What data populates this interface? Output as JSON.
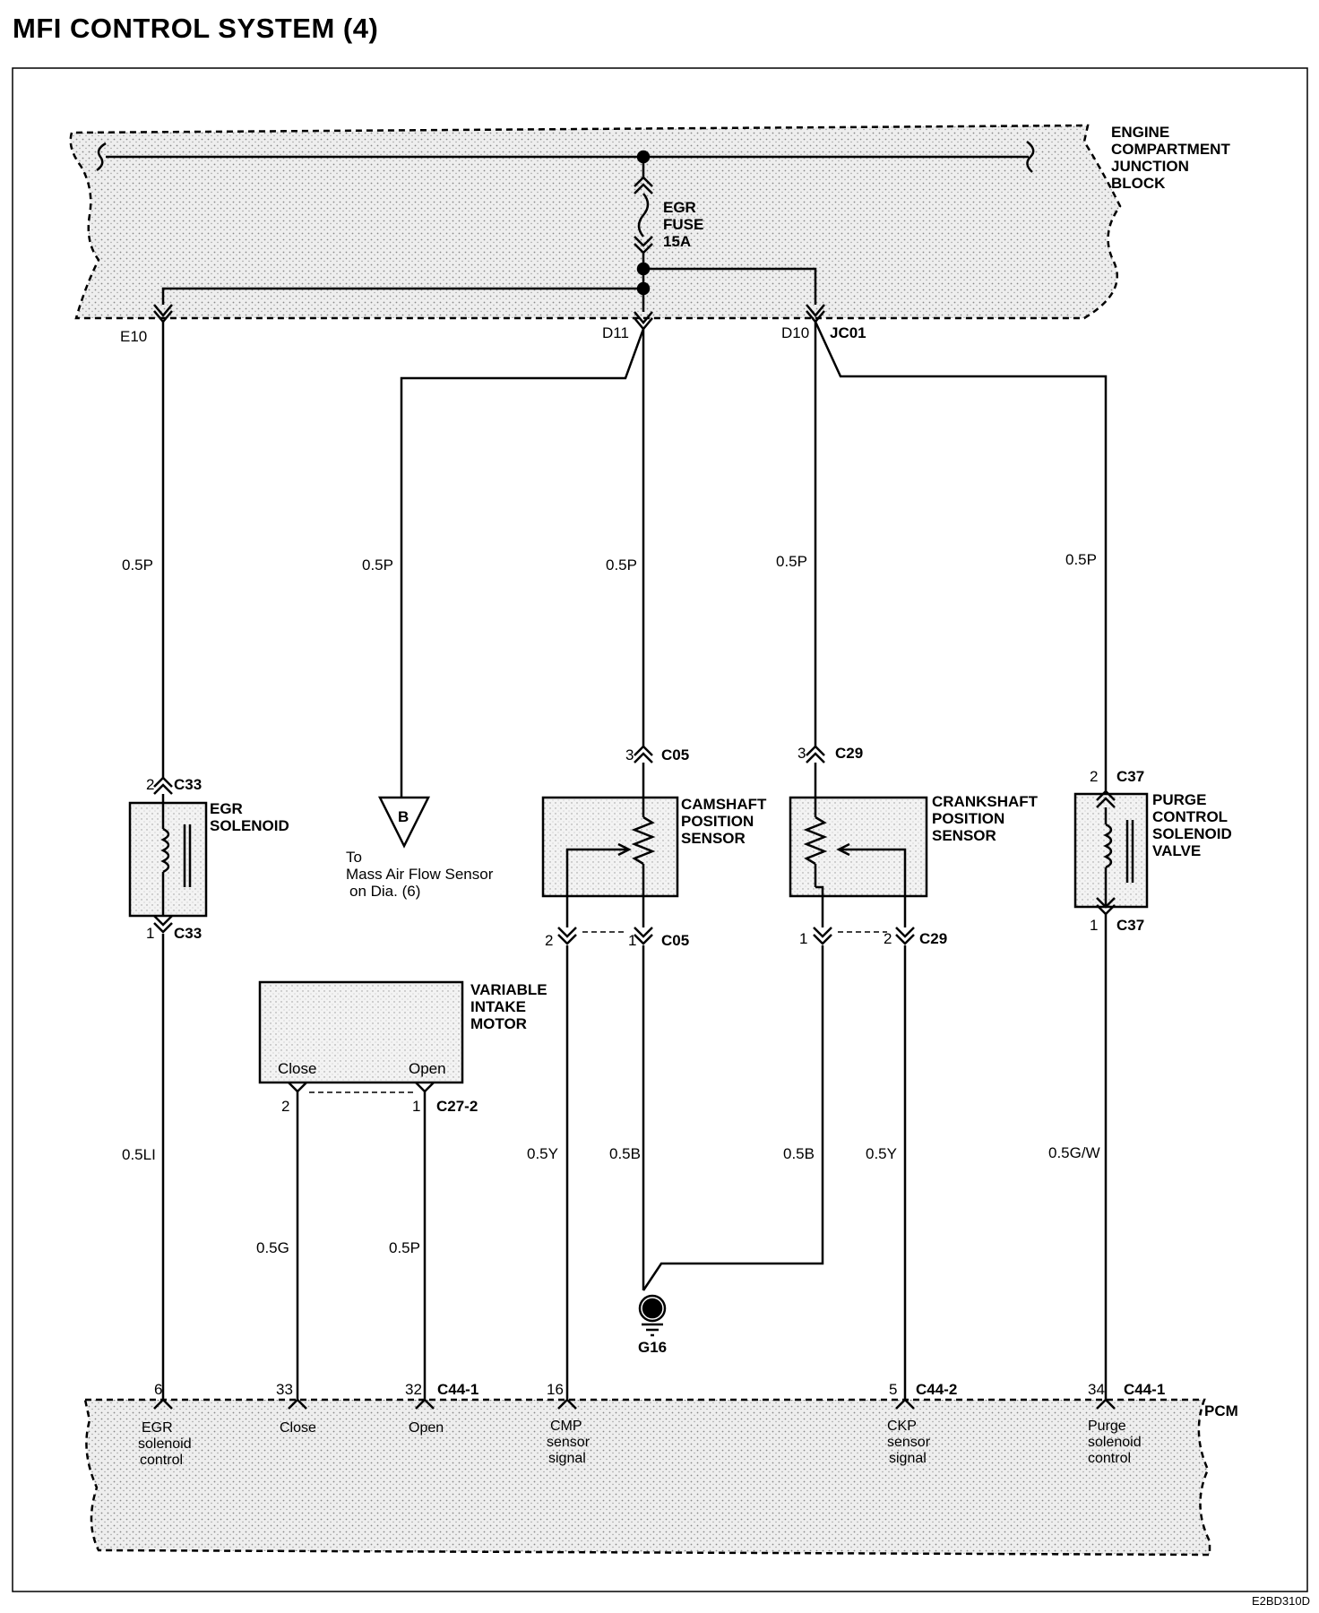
{
  "title": "MFI CONTROL SYSTEM (4)",
  "doc_code": "E2BD310D",
  "junction_block": {
    "name": [
      "ENGINE",
      "COMPARTMENT",
      "JUNCTION",
      "BLOCK"
    ],
    "fuse": [
      "EGR",
      "FUSE",
      "15A"
    ]
  },
  "connectors": {
    "e10": "E10",
    "d11": "D11",
    "d10": "D10",
    "jc01": "JC01"
  },
  "wires": {
    "p1": "0.5P",
    "p2": "0.5P",
    "p3": "0.5P",
    "p4": "0.5P",
    "p5": "0.5P",
    "li": "0.5LI",
    "g": "0.5G",
    "p6": "0.5P",
    "y1": "0.5Y",
    "b1": "0.5B",
    "b2": "0.5B",
    "y2": "0.5Y",
    "gw": "0.5G/W"
  },
  "egr_solenoid": {
    "name": [
      "EGR",
      "SOLENOID"
    ],
    "pin_top": "2",
    "pin_bottom": "1",
    "conn": "C33"
  },
  "offpage": {
    "letter": "B",
    "text": [
      "To",
      "Mass Air Flow Sensor",
      "on Dia. (6)"
    ]
  },
  "cmp_sensor": {
    "name": [
      "CAMSHAFT",
      "POSITION",
      "SENSOR"
    ],
    "pin_top": "3",
    "pin_bl": "2",
    "pin_br": "1",
    "conn": "C05"
  },
  "ckp_sensor": {
    "name": [
      "CRANKSHAFT",
      "POSITION",
      "SENSOR"
    ],
    "pin_top": "3",
    "pin_bl": "1",
    "pin_br": "2",
    "conn": "C29"
  },
  "purge_valve": {
    "name": [
      "PURGE",
      "CONTROL",
      "SOLENOID",
      "VALVE"
    ],
    "pin_top": "2",
    "pin_bottom": "1",
    "conn": "C37"
  },
  "vim": {
    "name": [
      "VARIABLE",
      "INTAKE",
      "MOTOR"
    ],
    "close": "Close",
    "open": "Open",
    "pin_l": "2",
    "pin_r": "1",
    "conn": "C27-2"
  },
  "ground": "G16",
  "pcm": {
    "name": "PCM",
    "pins": {
      "p6": "6",
      "p33": "33",
      "p32": "32",
      "p16": "16",
      "p5": "5",
      "p34": "34"
    },
    "conns": {
      "c441a": "C44-1",
      "c442": "C44-2",
      "c441b": "C44-1"
    },
    "labels": {
      "egr": [
        "EGR",
        "solenoid",
        "control"
      ],
      "close": [
        "Close"
      ],
      "open": [
        "Open"
      ],
      "cmp": [
        "CMP",
        "sensor",
        "signal"
      ],
      "ckp": [
        "CKP",
        "sensor",
        "signal"
      ],
      "purge": [
        "Purge",
        "solenoid",
        "control"
      ]
    }
  }
}
